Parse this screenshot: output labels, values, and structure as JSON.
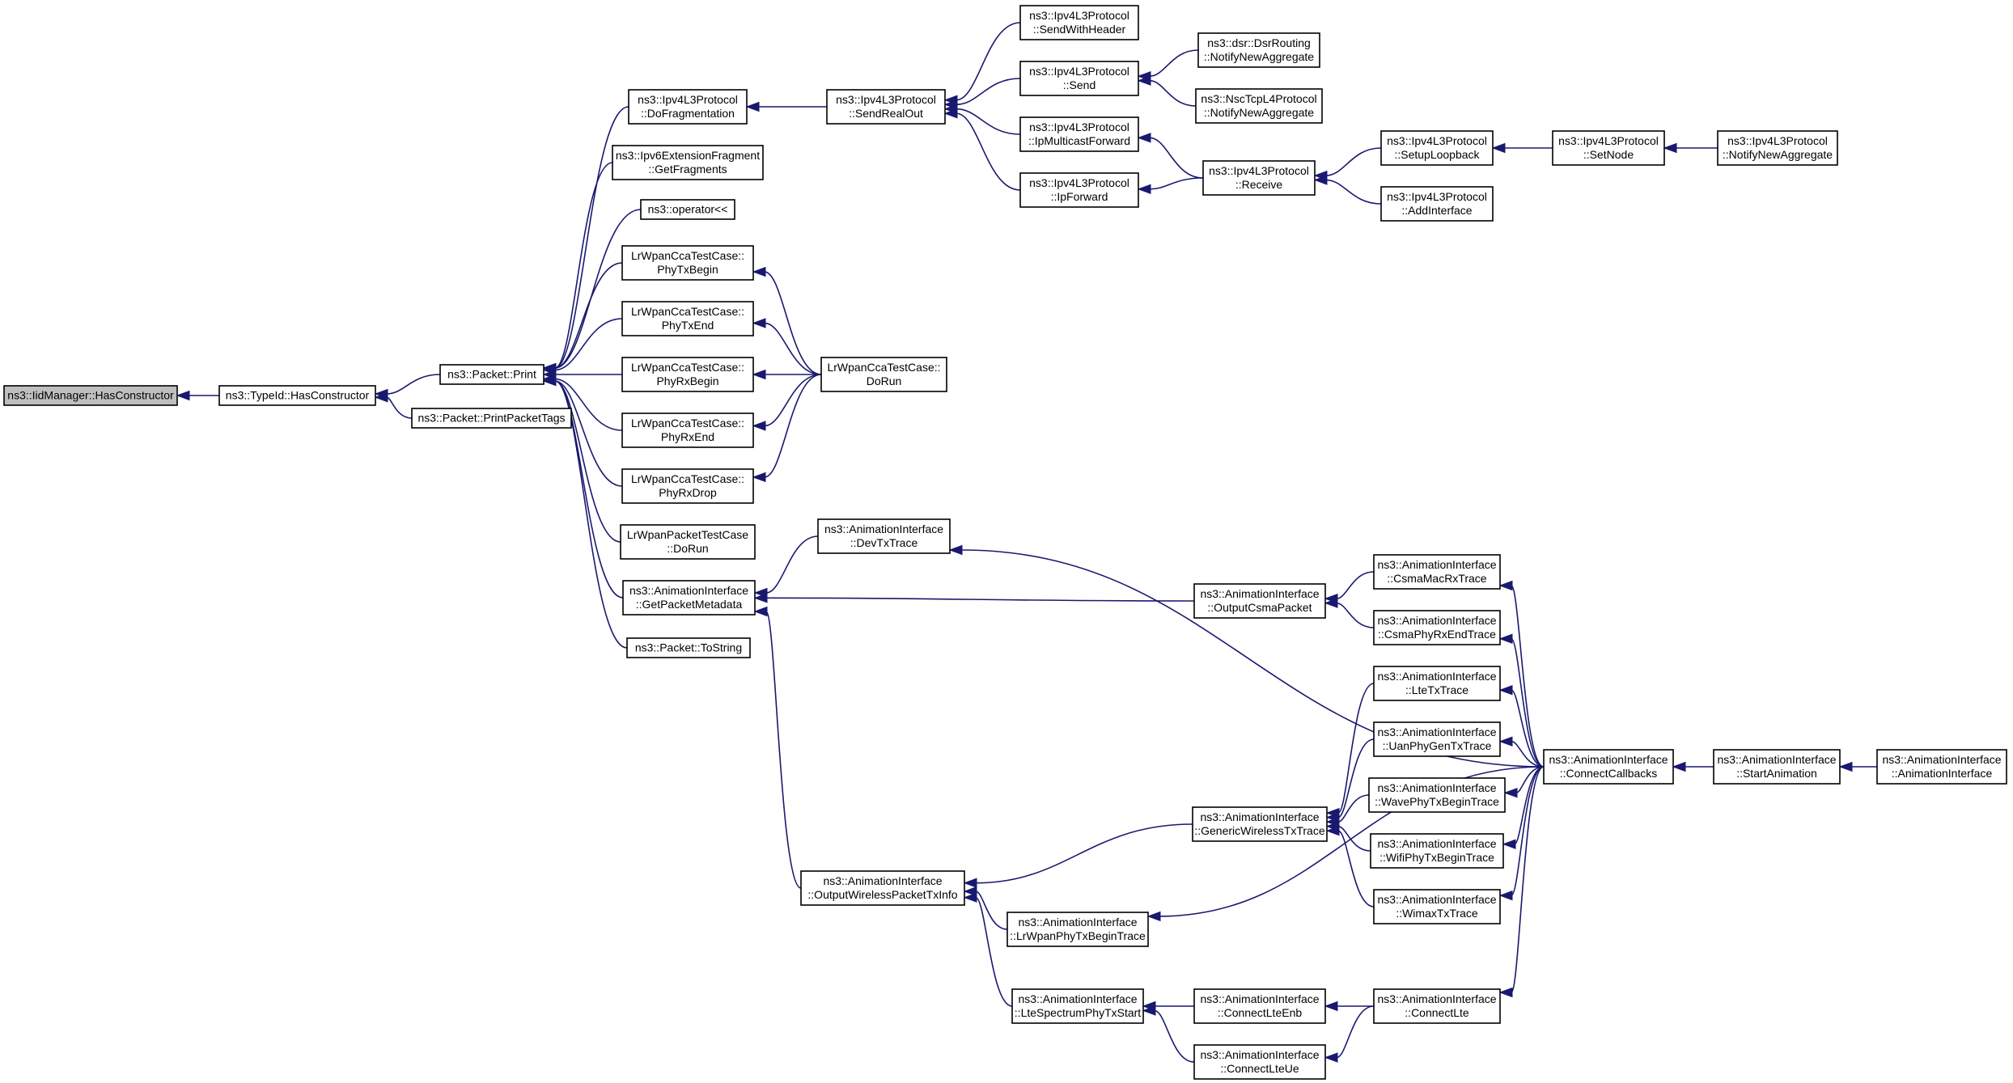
{
  "diagram": {
    "nodes": [
      {
        "id": "iid_hasctor",
        "lines": [
          "ns3::IidManager::HasConstructor"
        ],
        "root": true
      },
      {
        "id": "typeid_hasctor",
        "lines": [
          "ns3::TypeId::HasConstructor"
        ]
      },
      {
        "id": "packet_print",
        "lines": [
          "ns3::Packet::Print"
        ]
      },
      {
        "id": "packet_printtags",
        "lines": [
          "ns3::Packet::PrintPacketTags"
        ]
      },
      {
        "id": "ipv4_dofrag",
        "lines": [
          "ns3::Ipv4L3Protocol",
          "::DoFragmentation"
        ]
      },
      {
        "id": "ipv6_getfrag",
        "lines": [
          "ns3::Ipv6ExtensionFragment",
          "::GetFragments"
        ]
      },
      {
        "id": "operator_shl",
        "lines": [
          "ns3::operator<<"
        ]
      },
      {
        "id": "cca_phytxbegin",
        "lines": [
          "LrWpanCcaTestCase::",
          "PhyTxBegin"
        ]
      },
      {
        "id": "cca_phytxend",
        "lines": [
          "LrWpanCcaTestCase::",
          "PhyTxEnd"
        ]
      },
      {
        "id": "cca_phyrxbegin",
        "lines": [
          "LrWpanCcaTestCase::",
          "PhyRxBegin"
        ]
      },
      {
        "id": "cca_phyrxend",
        "lines": [
          "LrWpanCcaTestCase::",
          "PhyRxEnd"
        ]
      },
      {
        "id": "cca_phyrxdrop",
        "lines": [
          "LrWpanCcaTestCase::",
          "PhyRxDrop"
        ]
      },
      {
        "id": "pkt_test_dorun",
        "lines": [
          "LrWpanPacketTestCase",
          "::DoRun"
        ]
      },
      {
        "id": "anim_getpktmeta",
        "lines": [
          "ns3::AnimationInterface",
          "::GetPacketMetadata"
        ]
      },
      {
        "id": "packet_tostring",
        "lines": [
          "ns3::Packet::ToString"
        ]
      },
      {
        "id": "ipv4_sendrealout",
        "lines": [
          "ns3::Ipv4L3Protocol",
          "::SendRealOut"
        ]
      },
      {
        "id": "cca_dorun",
        "lines": [
          "LrWpanCcaTestCase::",
          "DoRun"
        ]
      },
      {
        "id": "anim_devtxtrace",
        "lines": [
          "ns3::AnimationInterface",
          "::DevTxTrace"
        ]
      },
      {
        "id": "anim_outwireless",
        "lines": [
          "ns3::AnimationInterface",
          "::OutputWirelessPacketTxInfo"
        ]
      },
      {
        "id": "ipv4_sendwithheader",
        "lines": [
          "ns3::Ipv4L3Protocol",
          "::SendWithHeader"
        ]
      },
      {
        "id": "ipv4_send",
        "lines": [
          "ns3::Ipv4L3Protocol",
          "::Send"
        ]
      },
      {
        "id": "ipv4_ipmulticast",
        "lines": [
          "ns3::Ipv4L3Protocol",
          "::IpMulticastForward"
        ]
      },
      {
        "id": "ipv4_ipforward",
        "lines": [
          "ns3::Ipv4L3Protocol",
          "::IpForward"
        ]
      },
      {
        "id": "anim_lrwpanphy",
        "lines": [
          "ns3::AnimationInterface",
          "::LrWpanPhyTxBeginTrace"
        ]
      },
      {
        "id": "anim_ltespectrum",
        "lines": [
          "ns3::AnimationInterface",
          "::LteSpectrumPhyTxStart"
        ]
      },
      {
        "id": "dsr_notify",
        "lines": [
          "ns3::dsr::DsrRouting",
          "::NotifyNewAggregate"
        ]
      },
      {
        "id": "nsc_notify",
        "lines": [
          "ns3::NscTcpL4Protocol",
          "::NotifyNewAggregate"
        ]
      },
      {
        "id": "ipv4_receive",
        "lines": [
          "ns3::Ipv4L3Protocol",
          "::Receive"
        ]
      },
      {
        "id": "anim_outcsma",
        "lines": [
          "ns3::AnimationInterface",
          "::OutputCsmaPacket"
        ]
      },
      {
        "id": "anim_genericwireless",
        "lines": [
          "ns3::AnimationInterface",
          "::GenericWirelessTxTrace"
        ]
      },
      {
        "id": "anim_connectlteenb",
        "lines": [
          "ns3::AnimationInterface",
          "::ConnectLteEnb"
        ]
      },
      {
        "id": "anim_connectlteue",
        "lines": [
          "ns3::AnimationInterface",
          "::ConnectLteUe"
        ]
      },
      {
        "id": "ipv4_setuploopback",
        "lines": [
          "ns3::Ipv4L3Protocol",
          "::SetupLoopback"
        ]
      },
      {
        "id": "ipv4_addinterface",
        "lines": [
          "ns3::Ipv4L3Protocol",
          "::AddInterface"
        ]
      },
      {
        "id": "anim_csmamacrx",
        "lines": [
          "ns3::AnimationInterface",
          "::CsmaMacRxTrace"
        ]
      },
      {
        "id": "anim_csmaphyrxend",
        "lines": [
          "ns3::AnimationInterface",
          "::CsmaPhyRxEndTrace"
        ]
      },
      {
        "id": "anim_ltetx",
        "lines": [
          "ns3::AnimationInterface",
          "::LteTxTrace"
        ]
      },
      {
        "id": "anim_uanphy",
        "lines": [
          "ns3::AnimationInterface",
          "::UanPhyGenTxTrace"
        ]
      },
      {
        "id": "anim_wavephy",
        "lines": [
          "ns3::AnimationInterface",
          "::WavePhyTxBeginTrace"
        ]
      },
      {
        "id": "anim_wifiphy",
        "lines": [
          "ns3::AnimationInterface",
          "::WifiPhyTxBeginTrace"
        ]
      },
      {
        "id": "anim_wimax",
        "lines": [
          "ns3::AnimationInterface",
          "::WimaxTxTrace"
        ]
      },
      {
        "id": "anim_connectlte",
        "lines": [
          "ns3::AnimationInterface",
          "::ConnectLte"
        ]
      },
      {
        "id": "ipv4_setnode",
        "lines": [
          "ns3::Ipv4L3Protocol",
          "::SetNode"
        ]
      },
      {
        "id": "anim_connectcallbacks",
        "lines": [
          "ns3::AnimationInterface",
          "::ConnectCallbacks"
        ]
      },
      {
        "id": "ipv4_notify",
        "lines": [
          "ns3::Ipv4L3Protocol",
          "::NotifyNewAggregate"
        ]
      },
      {
        "id": "anim_startanimation",
        "lines": [
          "ns3::AnimationInterface",
          "::StartAnimation"
        ]
      },
      {
        "id": "anim_ctor",
        "lines": [
          "ns3::AnimationInterface",
          "::AnimationInterface"
        ]
      }
    ],
    "edges": [
      [
        "typeid_hasctor",
        "iid_hasctor"
      ],
      [
        "packet_print",
        "typeid_hasctor"
      ],
      [
        "packet_printtags",
        "typeid_hasctor"
      ],
      [
        "ipv4_dofrag",
        "packet_print"
      ],
      [
        "ipv6_getfrag",
        "packet_print"
      ],
      [
        "operator_shl",
        "packet_print"
      ],
      [
        "cca_phytxbegin",
        "packet_print"
      ],
      [
        "cca_phytxend",
        "packet_print"
      ],
      [
        "cca_phyrxbegin",
        "packet_print"
      ],
      [
        "cca_phyrxend",
        "packet_print"
      ],
      [
        "cca_phyrxdrop",
        "packet_print"
      ],
      [
        "pkt_test_dorun",
        "packet_print"
      ],
      [
        "anim_getpktmeta",
        "packet_print"
      ],
      [
        "packet_tostring",
        "packet_print"
      ],
      [
        "ipv4_sendrealout",
        "ipv4_dofrag"
      ],
      [
        "cca_dorun",
        "cca_phytxbegin"
      ],
      [
        "cca_dorun",
        "cca_phytxend"
      ],
      [
        "cca_dorun",
        "cca_phyrxbegin"
      ],
      [
        "cca_dorun",
        "cca_phyrxend"
      ],
      [
        "cca_dorun",
        "cca_phyrxdrop"
      ],
      [
        "anim_devtxtrace",
        "anim_getpktmeta"
      ],
      [
        "anim_outcsma",
        "anim_getpktmeta"
      ],
      [
        "anim_outwireless",
        "anim_getpktmeta"
      ],
      [
        "ipv4_sendwithheader",
        "ipv4_sendrealout"
      ],
      [
        "ipv4_send",
        "ipv4_sendrealout"
      ],
      [
        "ipv4_ipmulticast",
        "ipv4_sendrealout"
      ],
      [
        "ipv4_ipforward",
        "ipv4_sendrealout"
      ],
      [
        "dsr_notify",
        "ipv4_send"
      ],
      [
        "nsc_notify",
        "ipv4_send"
      ],
      [
        "ipv4_receive",
        "ipv4_ipmulticast"
      ],
      [
        "ipv4_receive",
        "ipv4_ipforward"
      ],
      [
        "ipv4_setuploopback",
        "ipv4_receive"
      ],
      [
        "ipv4_addinterface",
        "ipv4_receive"
      ],
      [
        "ipv4_setnode",
        "ipv4_setuploopback"
      ],
      [
        "ipv4_notify",
        "ipv4_setnode"
      ],
      [
        "anim_connectcallbacks",
        "anim_devtxtrace"
      ],
      [
        "anim_csmamacrx",
        "anim_outcsma"
      ],
      [
        "anim_csmaphyrxend",
        "anim_outcsma"
      ],
      [
        "anim_connectcallbacks",
        "anim_csmamacrx"
      ],
      [
        "anim_connectcallbacks",
        "anim_csmaphyrxend"
      ],
      [
        "anim_genericwireless",
        "anim_outwireless"
      ],
      [
        "anim_lrwpanphy",
        "anim_outwireless"
      ],
      [
        "anim_ltespectrum",
        "anim_outwireless"
      ],
      [
        "anim_ltetx",
        "anim_genericwireless"
      ],
      [
        "anim_uanphy",
        "anim_genericwireless"
      ],
      [
        "anim_wavephy",
        "anim_genericwireless"
      ],
      [
        "anim_wifiphy",
        "anim_genericwireless"
      ],
      [
        "anim_wimax",
        "anim_genericwireless"
      ],
      [
        "anim_connectcallbacks",
        "anim_ltetx"
      ],
      [
        "anim_connectcallbacks",
        "anim_uanphy"
      ],
      [
        "anim_connectcallbacks",
        "anim_wavephy"
      ],
      [
        "anim_connectcallbacks",
        "anim_wifiphy"
      ],
      [
        "anim_connectcallbacks",
        "anim_wimax"
      ],
      [
        "anim_connectcallbacks",
        "anim_lrwpanphy"
      ],
      [
        "anim_connectlteenb",
        "anim_ltespectrum"
      ],
      [
        "anim_connectlteue",
        "anim_ltespectrum"
      ],
      [
        "anim_connectlte",
        "anim_connectlteenb"
      ],
      [
        "anim_connectlte",
        "anim_connectlteue"
      ],
      [
        "anim_connectcallbacks",
        "anim_connectlte"
      ],
      [
        "anim_startanimation",
        "anim_connectcallbacks"
      ],
      [
        "anim_ctor",
        "anim_startanimation"
      ]
    ],
    "colors": {
      "edge": "#191970",
      "root_fill": "#bfbfbf",
      "node_fill": "#ffffff",
      "node_border": "#000000"
    }
  }
}
